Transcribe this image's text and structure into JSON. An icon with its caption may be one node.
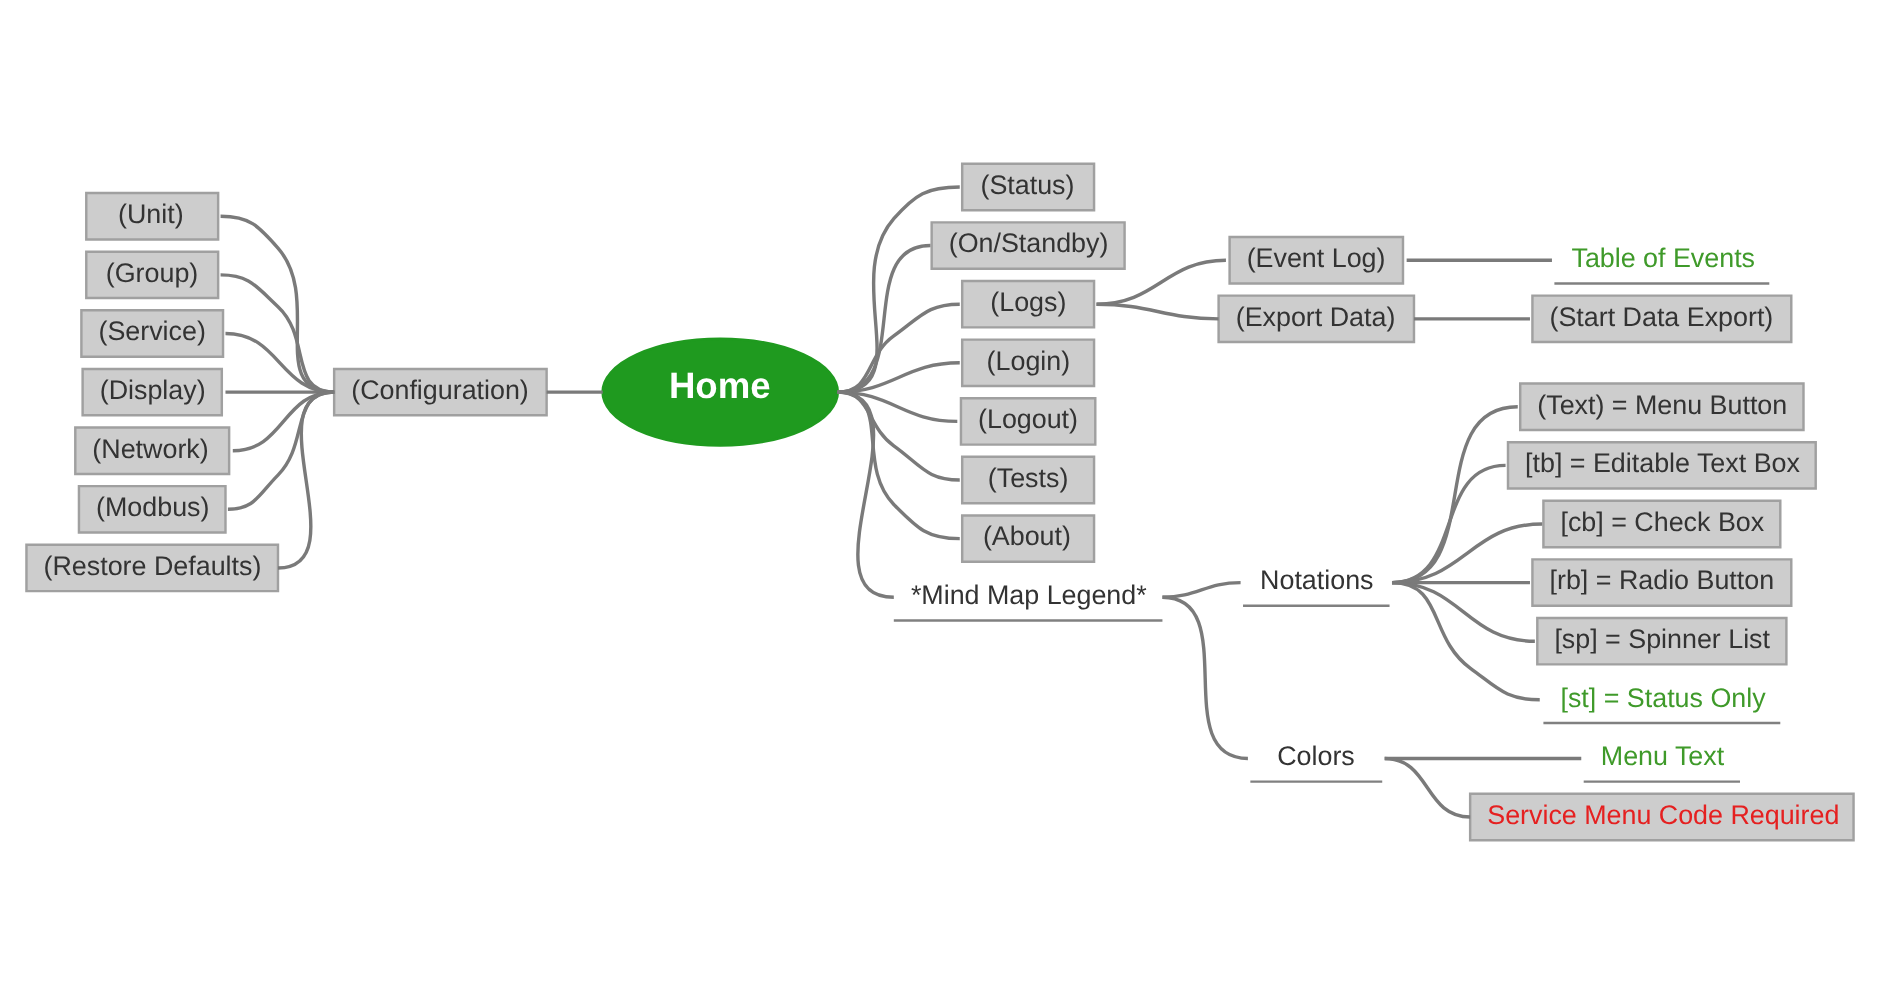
{
  "diagram": {
    "nodes": [
      {
        "text": [
          "Home"
        ]
      },
      {
        "text": [
          "(Configuration)"
        ]
      },
      {
        "text": [
          "(Unit)"
        ]
      },
      {
        "text": [
          "(Group)"
        ]
      },
      {
        "text": [
          "(Service)"
        ]
      },
      {
        "text": [
          "(Display)"
        ]
      },
      {
        "text": [
          "(Network)"
        ]
      },
      {
        "text": [
          "(Modbus)"
        ]
      },
      {
        "text": [
          "(Restore Defaults)"
        ]
      },
      {
        "text": [
          "(Status)"
        ]
      },
      {
        "text": [
          "(On/Standby)"
        ]
      },
      {
        "text": [
          "(Logs)"
        ]
      },
      {
        "text": [
          "(Event Log)"
        ]
      },
      {
        "text": [
          "Table of Events"
        ]
      },
      {
        "text": [
          "(Export Data)"
        ]
      },
      {
        "text": [
          "(Start Data Export)"
        ]
      },
      {
        "text": [
          "(Login)"
        ]
      },
      {
        "text": [
          "(Logout)"
        ]
      },
      {
        "text": [
          "(Tests)"
        ]
      },
      {
        "text": [
          "(About)"
        ]
      },
      {
        "text": [
          "*Mind Map Legend*"
        ]
      },
      {
        "text": [
          "Notations"
        ]
      },
      {
        "text": [
          "(Text) = Menu Button"
        ]
      },
      {
        "text": [
          "[tb] = Editable Text Box"
        ]
      },
      {
        "text": [
          "[cb] = Check Box"
        ]
      },
      {
        "text": [
          "[rb] = Radio Button"
        ]
      },
      {
        "text": [
          "[sp] = Spinner List"
        ]
      },
      {
        "text": [
          "[st] = Status Only"
        ]
      },
      {
        "text": [
          "Colors"
        ]
      },
      {
        "text": [
          "Menu Text"
        ]
      },
      {
        "text": [
          "Service Menu Code Required"
        ]
      }
    ],
    "edges": [
      {
        "from": 2,
        "to": 1,
        "arrow": "none"
      },
      {
        "from": 3,
        "to": 1,
        "arrow": "none"
      },
      {
        "from": 4,
        "to": 1,
        "arrow": "none"
      },
      {
        "from": 5,
        "to": 1,
        "arrow": "none"
      },
      {
        "from": 6,
        "to": 1,
        "arrow": "none"
      },
      {
        "from": 7,
        "to": 1,
        "arrow": "none"
      },
      {
        "from": 8,
        "to": 1,
        "arrow": "none"
      },
      {
        "from": 1,
        "to": 0,
        "arrow": "none"
      },
      {
        "from": 0,
        "to": 9,
        "arrow": "none"
      },
      {
        "from": 0,
        "to": 10,
        "arrow": "none"
      },
      {
        "from": 0,
        "to": 11,
        "arrow": "none"
      },
      {
        "from": 11,
        "to": 12,
        "arrow": "none"
      },
      {
        "from": 12,
        "to": 13,
        "arrow": "none"
      },
      {
        "from": 11,
        "to": 14,
        "arrow": "none"
      },
      {
        "from": 14,
        "to": 15,
        "arrow": "none"
      },
      {
        "from": 0,
        "to": 16,
        "arrow": "none"
      },
      {
        "from": 0,
        "to": 17,
        "arrow": "none"
      },
      {
        "from": 0,
        "to": 18,
        "arrow": "none"
      },
      {
        "from": 0,
        "to": 19,
        "arrow": "none"
      },
      {
        "from": 0,
        "to": 20,
        "arrow": "none"
      },
      {
        "from": 20,
        "to": 21,
        "arrow": "none"
      },
      {
        "from": 21,
        "to": 22,
        "arrow": "none"
      },
      {
        "from": 21,
        "to": 23,
        "arrow": "none"
      },
      {
        "from": 21,
        "to": 24,
        "arrow": "none"
      },
      {
        "from": 21,
        "to": 25,
        "arrow": "none"
      },
      {
        "from": 21,
        "to": 26,
        "arrow": "none"
      },
      {
        "from": 21,
        "to": 27,
        "arrow": "none"
      },
      {
        "from": 20,
        "to": 28,
        "arrow": "none"
      },
      {
        "from": 28,
        "to": 29,
        "arrow": "none"
      },
      {
        "from": 28,
        "to": 30,
        "arrow": "none"
      }
    ]
  }
}
